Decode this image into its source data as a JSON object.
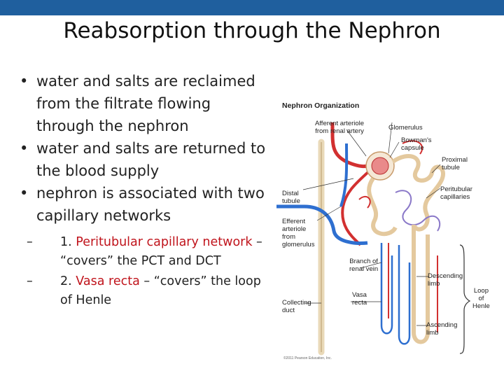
{
  "slide": {
    "title": "Reabsorption through the Nephron",
    "bullets": [
      "water and salts are reclaimed from the filtrate flowing through the nephron",
      "water and salts are returned to the blood supply",
      "nephron is associated with two capillary networks"
    ],
    "sub_bullets": [
      {
        "dash": "–",
        "number": "1.",
        "term": "Peritubular capillary network",
        "rest": " – “covers” the PCT and DCT"
      },
      {
        "dash": "–",
        "number": "2.",
        "term": "Vasa recta",
        "rest": " – “covers” the loop of Henle"
      }
    ],
    "accent_color": "#c0141c",
    "bar_color": "#1f5f9e"
  },
  "figure": {
    "title": "Nephron Organization",
    "labels": {
      "afferent_1": "Afferent arteriole",
      "afferent_2": "from renal artery",
      "glomerulus": "Glomerulus",
      "bowmans_1": "Bowman's",
      "bowmans_2": "capsule",
      "proximal_1": "Proximal",
      "proximal_2": "tubule",
      "peritubular_1": "Peritubular",
      "peritubular_2": "capillaries",
      "distal_1": "Distal",
      "distal_2": "tubule",
      "efferent_1": "Efferent",
      "efferent_2": "arteriole",
      "efferent_3": "from",
      "efferent_4": "glomerulus",
      "renal_vein_1": "Branch of",
      "renal_vein_2": "renal vein",
      "descending_1": "Descending",
      "descending_2": "limb",
      "loop_1": "Loop",
      "loop_2": "of",
      "loop_3": "Henle",
      "vasa_1": "Vasa",
      "vasa_2": "recta",
      "collecting_1": "Collecting",
      "collecting_2": "duct",
      "ascending_1": "Ascending",
      "ascending_2": "limb"
    },
    "copyright": "©2011 Pearson Education, Inc."
  }
}
